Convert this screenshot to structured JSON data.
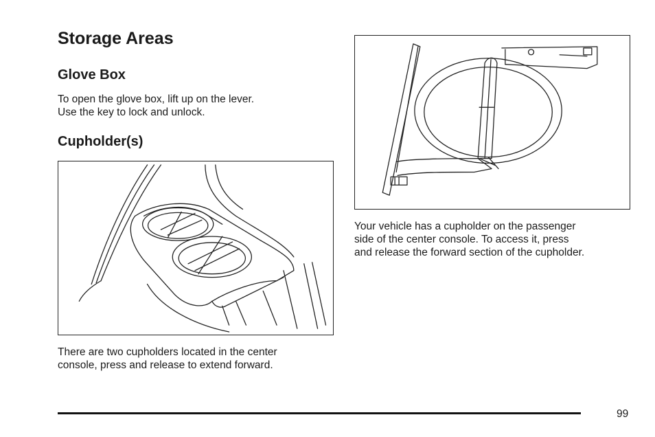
{
  "page": {
    "title": "Storage Areas",
    "page_number": "99"
  },
  "glove_box": {
    "heading": "Glove Box",
    "lines": [
      "To open the glove box, lift up on the lever.",
      "Use the key to lock and unlock."
    ]
  },
  "cupholders": {
    "heading": "Cupholder(s)",
    "center_console_lines": [
      "There are two cupholders located in the center",
      "console, press and release to extend forward."
    ],
    "passenger_side_lines": [
      "Your vehicle has a cupholder on the passenger",
      "side of the center console. To access it, press",
      "and release the forward section of the cupholder."
    ]
  }
}
